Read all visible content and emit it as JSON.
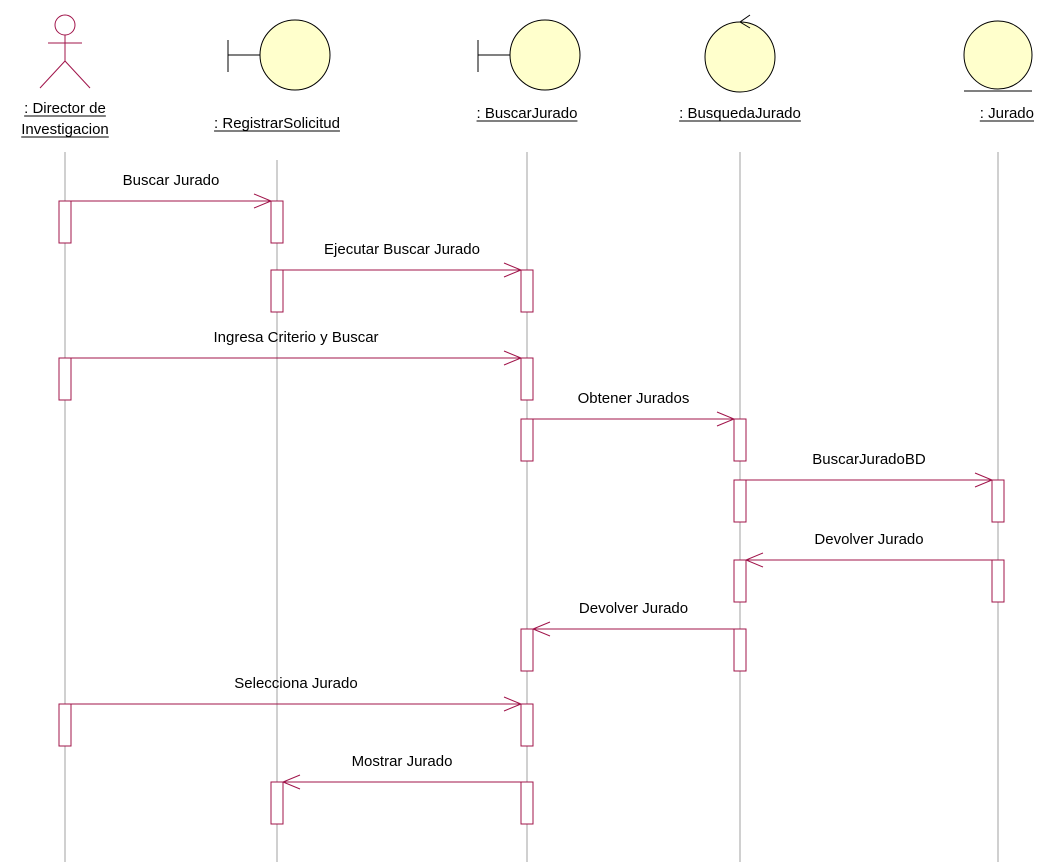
{
  "diagram": {
    "colors": {
      "message_line": "#a0144a",
      "lifeline": "#a0a0a0",
      "object_fill": "#ffffcc",
      "actor_stroke": "#a0144a",
      "text": "#000000"
    },
    "participants": [
      {
        "id": "director",
        "kind": "actor",
        "icon": "actor-icon",
        "label_lines": [
          ": Director de",
          "Investigacion"
        ]
      },
      {
        "id": "registrar",
        "kind": "boundary",
        "icon": "boundary-icon",
        "label_lines": [
          ": RegistrarSolicitud"
        ]
      },
      {
        "id": "buscar",
        "kind": "boundary",
        "icon": "boundary-icon",
        "label_lines": [
          ": BuscarJurado"
        ]
      },
      {
        "id": "busqueda",
        "kind": "control",
        "icon": "control-icon",
        "label_lines": [
          ": BusquedaJurado"
        ]
      },
      {
        "id": "jurado",
        "kind": "entity",
        "icon": "entity-icon",
        "label_lines": [
          ": Jurado"
        ]
      }
    ],
    "messages": [
      {
        "from": "director",
        "to": "registrar",
        "label": "Buscar  Jurado"
      },
      {
        "from": "registrar",
        "to": "buscar",
        "label": "Ejecutar Buscar Jurado"
      },
      {
        "from": "director",
        "to": "buscar",
        "label": "Ingresa Criterio y Buscar"
      },
      {
        "from": "buscar",
        "to": "busqueda",
        "label": "Obtener Jurados"
      },
      {
        "from": "busqueda",
        "to": "jurado",
        "label": "BuscarJuradoBD"
      },
      {
        "from": "jurado",
        "to": "busqueda",
        "label": "Devolver Jurado"
      },
      {
        "from": "busqueda",
        "to": "buscar",
        "label": "Devolver Jurado"
      },
      {
        "from": "director",
        "to": "buscar",
        "label": "Selecciona Jurado"
      },
      {
        "from": "buscar",
        "to": "registrar",
        "label": "Mostrar Jurado"
      }
    ]
  }
}
